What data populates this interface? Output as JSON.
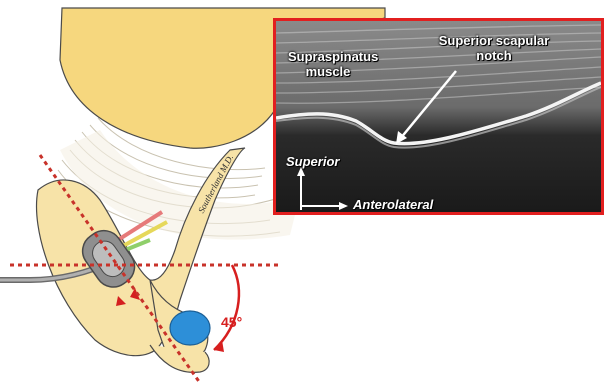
{
  "ultrasound": {
    "label_muscle_line1": "Supraspinatus",
    "label_muscle_line2": "muscle",
    "label_notch_line1": "Superior scapular",
    "label_notch_line2": "notch",
    "dir_superior": "Superior",
    "dir_anterolateral": "Anterolateral"
  },
  "illustration": {
    "angle_label": "45°",
    "signature": "Southerland M.D."
  },
  "colors": {
    "frame": "#e21f1f",
    "bone": "#f7e3a8",
    "bone_head": "#f6d77e",
    "dotted_line": "#c8322a",
    "vessel_blue": "#2d8fd8",
    "probe_gray": "#9a9a9a"
  }
}
